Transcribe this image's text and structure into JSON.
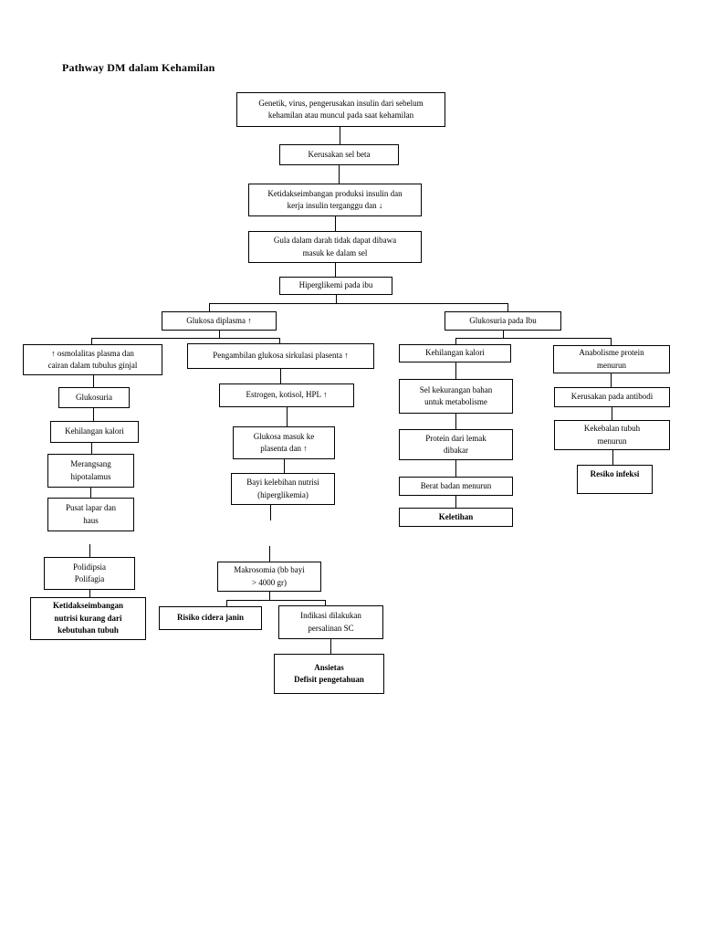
{
  "title": "Pathway DM dalam Kehamilan",
  "colors": {
    "background": "#ffffff",
    "box_border": "#000000",
    "text": "#000000"
  },
  "nodes": {
    "genetik": {
      "text": "Genetik, virus, pengerusakan insulin dari sebelum\nkehamilan atau muncul pada saat kehamilan"
    },
    "kerusakan_sel_beta": {
      "text": "Kerusakan sel beta"
    },
    "ketidakseimbangan_produksi": {
      "text": "Ketidakseimbangan produksi insulin dan\nkerja insulin terganggu dan ↓"
    },
    "gula_darah": {
      "text": "Gula dalam darah tidak dapat dibawa\nmasuk ke dalam sel"
    },
    "hiperglikemi": {
      "text": "Hiperglikemi pada ibu"
    },
    "glukosa_diplasma": {
      "text": "Glukosa diplasma ↑"
    },
    "glukosuria_ibu": {
      "text": "Glukosuria pada Ibu"
    },
    "osmolalitas": {
      "text": "↑ osmolalitas plasma dan\ncairan dalam tubulus ginjal"
    },
    "glukosuria": {
      "text": "Glukosuria"
    },
    "kehilangan_kalori_1": {
      "text": "Kehilangan kalori"
    },
    "merangsang_hipotalamus": {
      "text": "Merangsang\nhipotalamus"
    },
    "pusat_lapar": {
      "text": "Pusat lapar dan\nhaus"
    },
    "polidipsia": {
      "text": "Polidipsia\nPolifagia"
    },
    "ketidakseimbangan_nutrisi": {
      "text": "Ketidakseimbangan\nnutrisi kurang dari\nkebutuhan tubuh"
    },
    "pengambilan_glukosa": {
      "text": "Pengambilan glukosa sirkulasi plasenta ↑"
    },
    "estrogen": {
      "text": "Estrogen, kotisol, HPL ↑"
    },
    "glukosa_masuk": {
      "text": "Glukosa masuk ke\nplasenta dan ↑"
    },
    "bayi_nutrisi": {
      "text": "Bayi kelebihan nutrisi\n(hiperglikemia)"
    },
    "makrosomia": {
      "text": "Makrosomia (bb bayi\n> 4000 gr)"
    },
    "risiko_cidera": {
      "text": "Risiko cidera janin"
    },
    "indikasi_sc": {
      "text": "Indikasi dilakukan\npersalinan SC"
    },
    "ansietas": {
      "text": "Ansietas\nDefisit pengetahuan"
    },
    "kehilangan_kalori_2": {
      "text": "Kehilangan kalori"
    },
    "sel_kekurangan": {
      "text": "Sel kekurangan bahan\nuntuk metabolisme"
    },
    "protein_lemak": {
      "text": "Protein dari lemak\ndibakar"
    },
    "berat_badan": {
      "text": "Berat badan menurun"
    },
    "keletihan": {
      "text": "Keletihan"
    },
    "anabolisme": {
      "text": "Anabolisme protein\nmenurun"
    },
    "kerusakan_antibodi": {
      "text": "Kerusakan pada antibodi"
    },
    "kekebalan": {
      "text": "Kekebalan tubuh\nmenurun"
    },
    "resiko_infeksi": {
      "text": "Resiko infeksi"
    }
  }
}
